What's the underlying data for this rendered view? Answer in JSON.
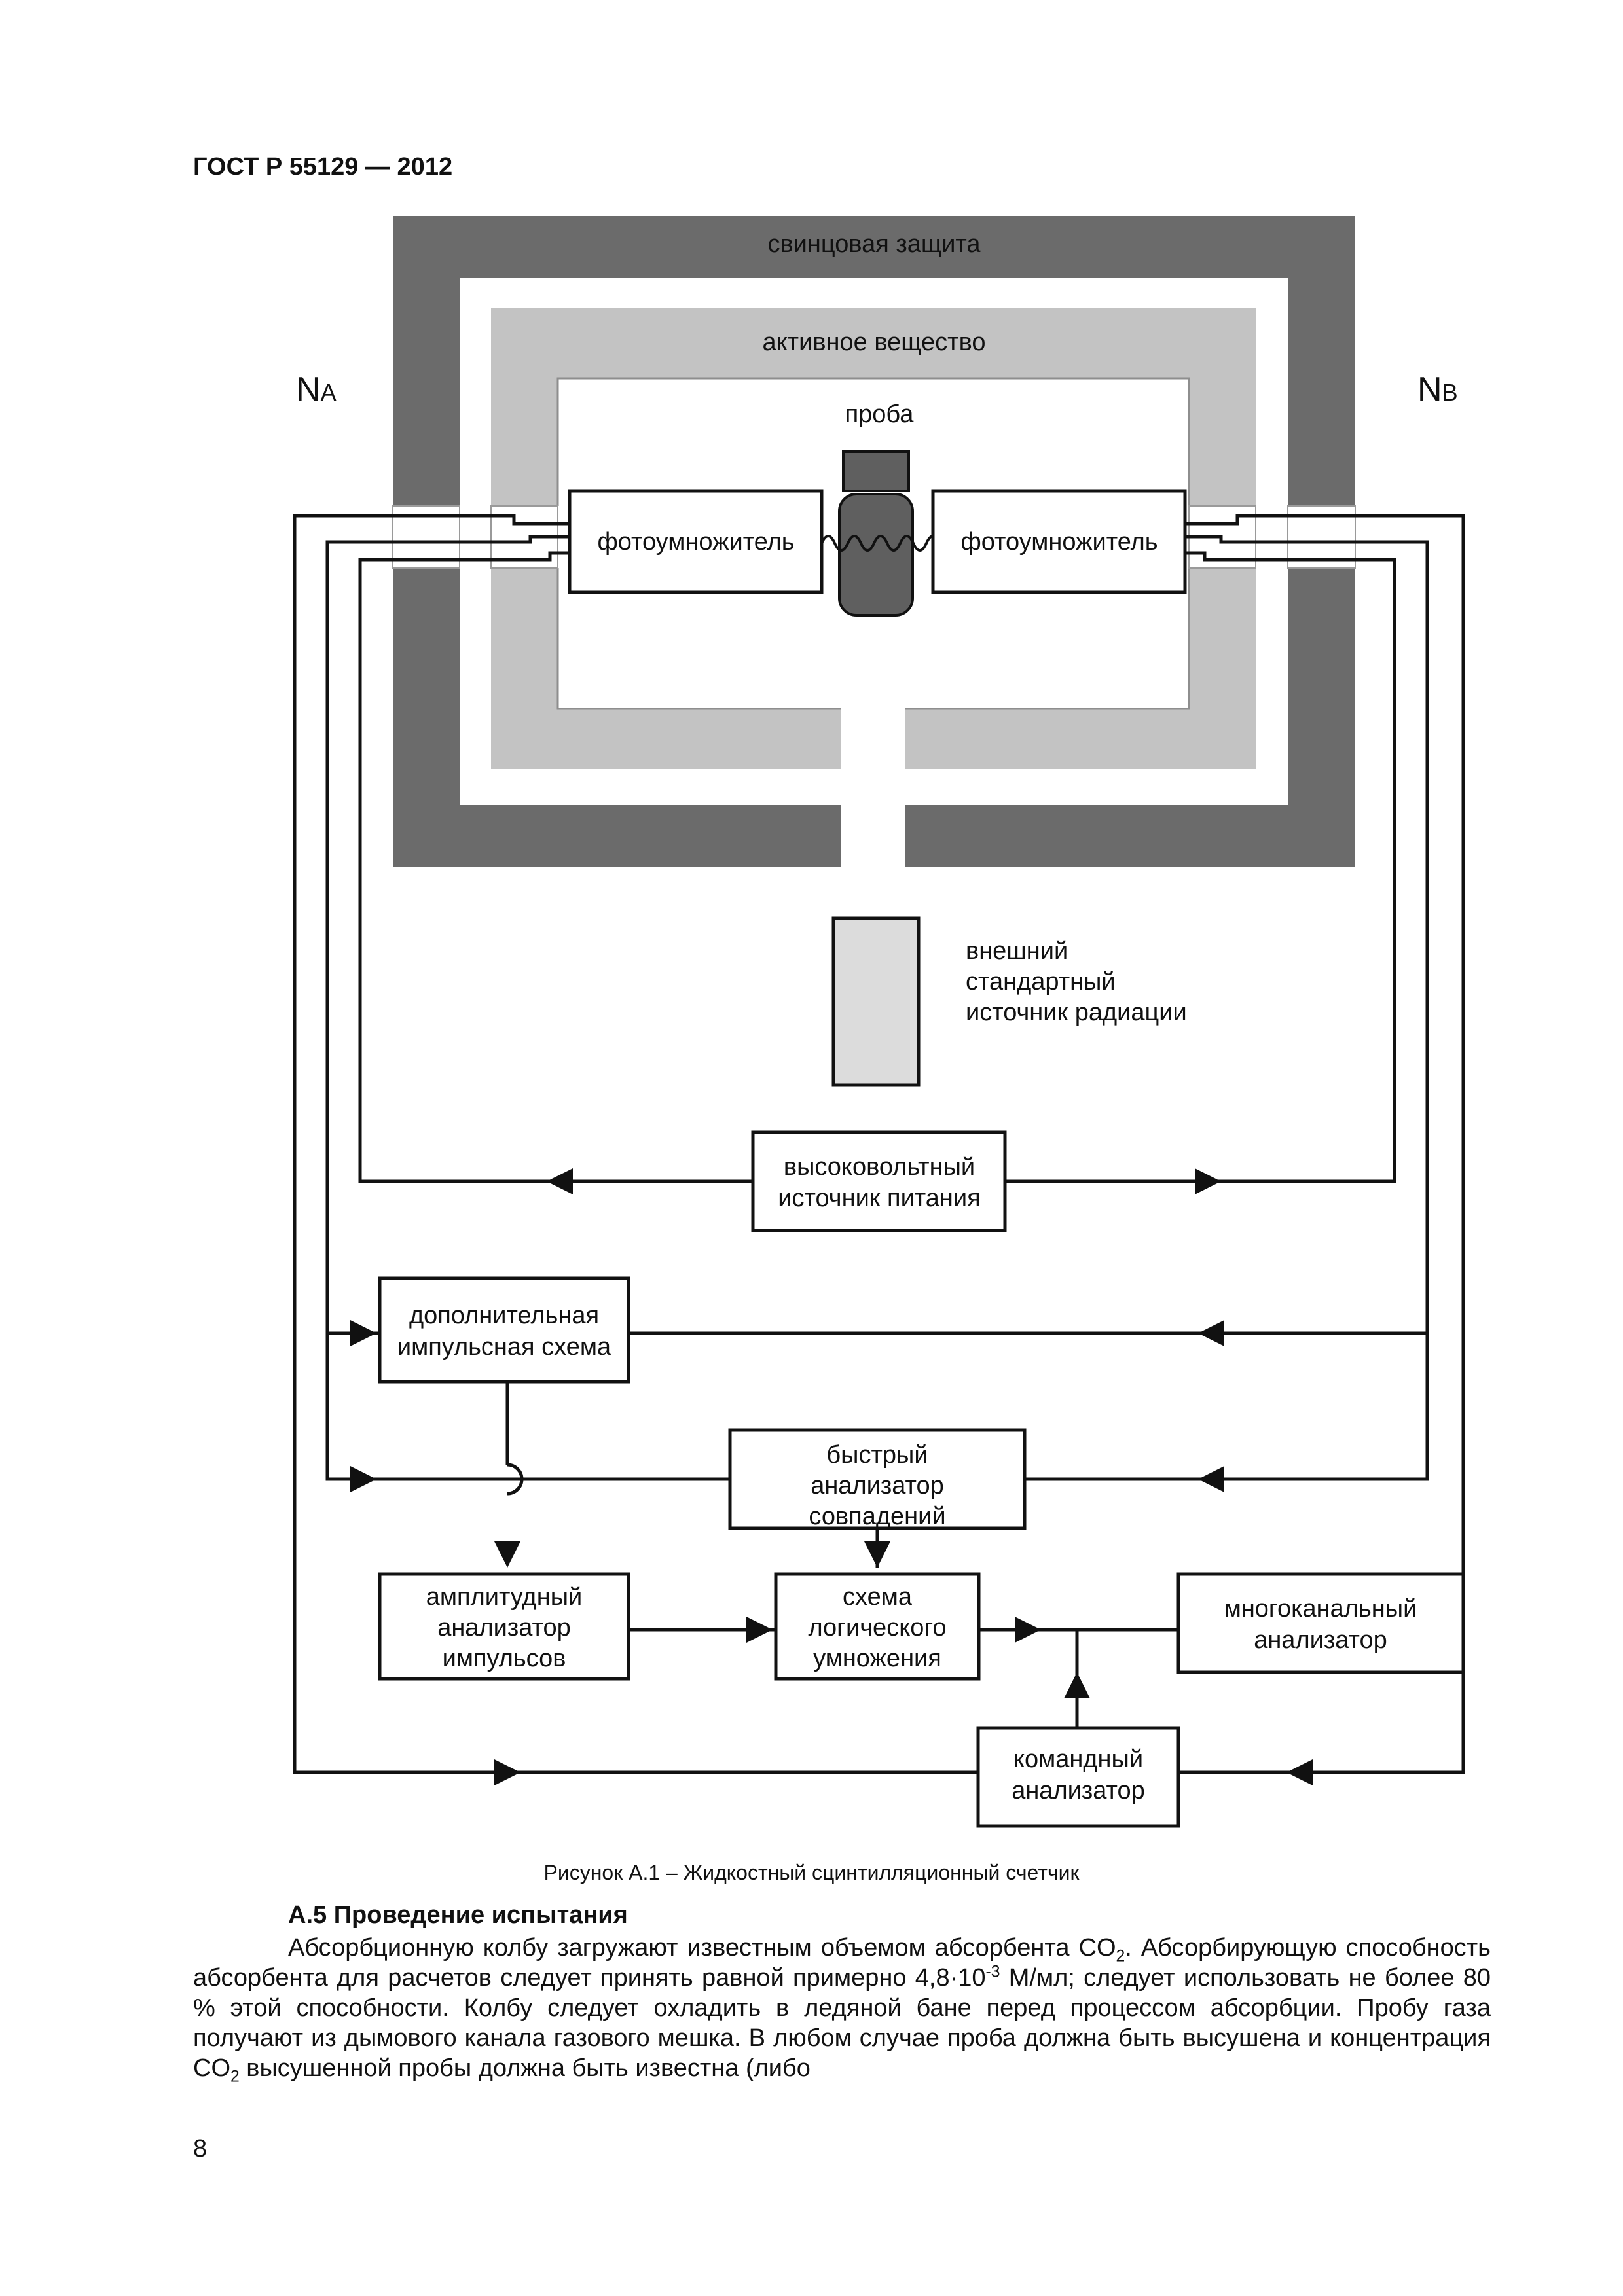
{
  "header": {
    "standard": "ГОСТ Р 55129 — 2012"
  },
  "figure": {
    "labels": {
      "lead_shield": "свинцовая защита",
      "active_substance": "активное вещество",
      "sample": "проба",
      "na": "NA",
      "nb": "NB",
      "pmt_left": "фотоумножитель",
      "pmt_right": "фотоумножитель",
      "ext_source": [
        "внешний",
        "стандартный",
        "источник радиации"
      ],
      "hv_supply": [
        "высоковольтный",
        "источник питания"
      ],
      "extra_pulse": [
        "дополнительная",
        "импульсная схема"
      ],
      "fast_coinc": [
        "быстрый",
        "анализатор",
        "совпадений"
      ],
      "amp_analyzer": [
        "амплитудный",
        "анализатор",
        "импульсов"
      ],
      "logic_mult": [
        "схема",
        "логического",
        "умножения"
      ],
      "multichannel": [
        "многоканальный",
        "анализатор"
      ],
      "command": [
        "командный",
        "анализатор"
      ]
    },
    "caption": "Рисунок А.1 – Жидкостный сцинтилляционный счетчик"
  },
  "section": {
    "title": "А.5 Проведение испытания"
  },
  "paragraph": {
    "p1": "Абсорбционную колбу загружают известным объемом абсорбента CO",
    "sub1": "2",
    "p2": ". Абсорбирующую способность абсорбента для расчетов следует принять равной примерно 4,8·10",
    "sup1": "-3",
    "p3": " М/мл; следует использовать не более 80 % этой способности. Колбу следует охладить в ледяной бане перед процессом абсорбции. Пробу газа получают из дымового канала газового мешка. В любом случае проба должна быть высушена и концентрация CO",
    "sub2": "2",
    "p4": " высушенной пробы должна быть известна (либо"
  },
  "page": {
    "number": "8"
  },
  "colors": {
    "lead": "#6b6b6b",
    "active": "#c3c3c3",
    "sample": "#5f5f5f",
    "ext_source": "#dcdcdc",
    "line": "#111111"
  }
}
